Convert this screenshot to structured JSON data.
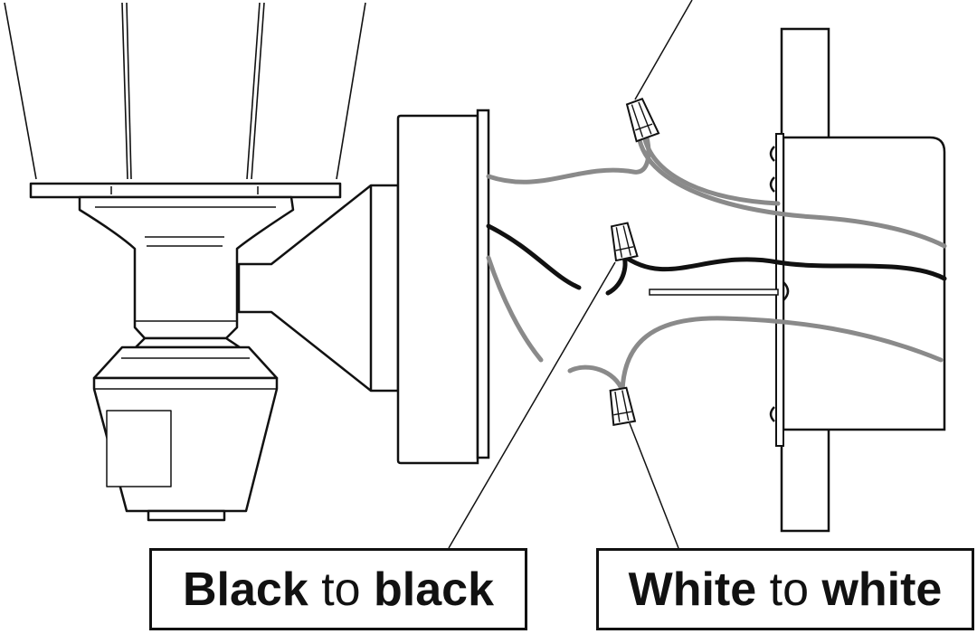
{
  "labels": {
    "black": {
      "bold1": "Black",
      "mid": " to ",
      "bold2": "black"
    },
    "white": {
      "bold1": "White",
      "mid": " to ",
      "bold2": "white"
    }
  },
  "colors": {
    "outline": "#111111",
    "white_wire": "#8a8a8a",
    "black_wire": "#111111",
    "background": "#ffffff"
  }
}
